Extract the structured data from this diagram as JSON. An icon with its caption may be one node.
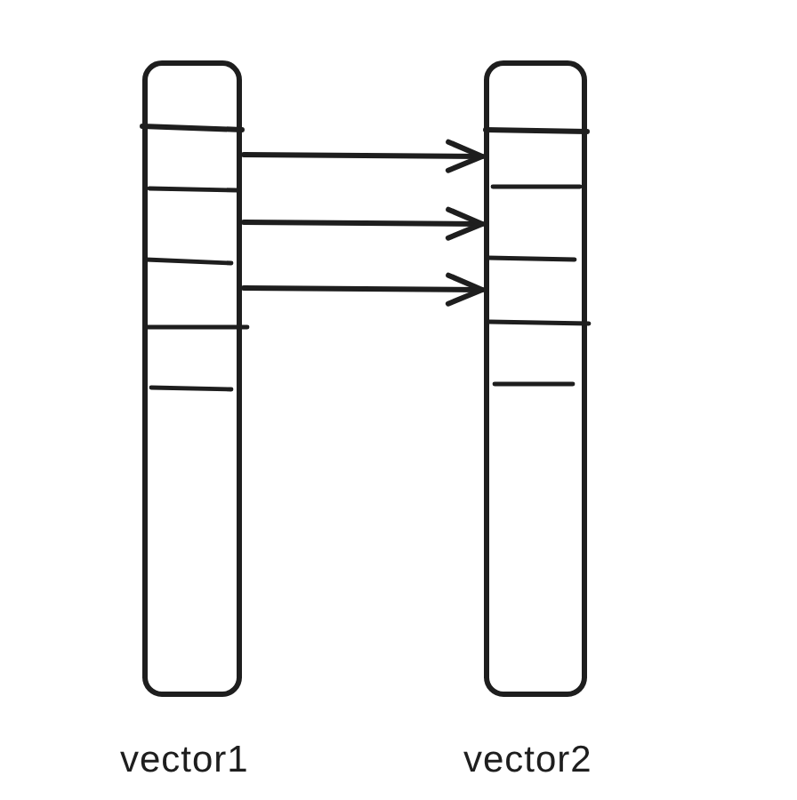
{
  "diagram": {
    "nodes": [
      {
        "text": [
          "vector1"
        ]
      },
      {
        "text": [
          "vector2"
        ]
      }
    ],
    "edges": [
      {
        "from": 0,
        "to": 1,
        "arrow": "to"
      },
      {
        "from": 0,
        "to": 1,
        "arrow": "to"
      },
      {
        "from": 0,
        "to": 1,
        "arrow": "to"
      }
    ]
  }
}
